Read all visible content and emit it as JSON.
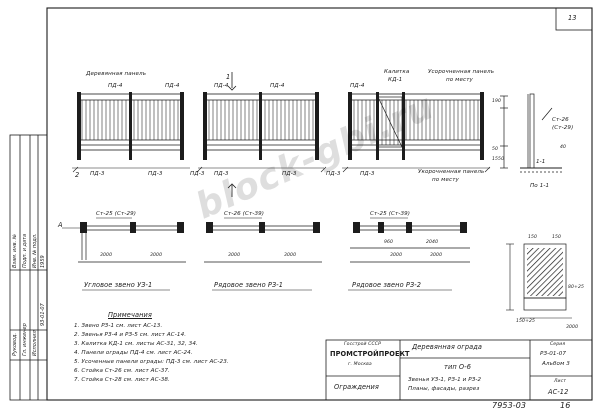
{
  "sheet_number": "13",
  "bottom_code": "7953-03",
  "bottom_page": "16",
  "watermark": "block-gbi.ru",
  "elevation_labels": {
    "panel_wood": "Деревянная панель",
    "pd4_a": "ПД-4",
    "pd4_b": "ПД-4",
    "pd4_c": "ПД-4",
    "pd4_d": "ПД-4",
    "pd4_e": "ПД-4",
    "gate": "Калитка",
    "gate_sub": "КД-1",
    "reinforced_panel": "Усорочненная панель",
    "reinforced_sub": "по месту",
    "reinforced_panel_2": "Укорочненная панель",
    "reinforced_sub_2": "по месту",
    "pd3_a": "ПД-3",
    "pd3_b": "ПД-3",
    "pd3_c": "ПД-3",
    "pd3_d": "ПД-3",
    "pd3_e": "ПД-3",
    "pd3_f": "ПД-3",
    "pd3_g": "ПД-3",
    "mark_one": "1",
    "mark_two": "2",
    "section_mark": "1-1",
    "section_label": "По 1-1",
    "dim_1550": "1550",
    "dim_190": "190",
    "dim_50": "50",
    "dim_40": "40",
    "st26_right": "Ст-26",
    "st29_right": "(Ст-29)"
  },
  "plan_labels": {
    "st25_a": "Ст-25 (Ст-29)",
    "st26_b": "Ст-26 (Ст-39)",
    "st25_c": "Ст-25 (Ст-39)",
    "d3000_a": "3000",
    "d3000_b": "3000",
    "d3000_c": "3000",
    "d3000_d": "3000",
    "d3000_e": "3000",
    "d3000_f": "3000",
    "d960": "960",
    "d2040": "2040",
    "mark_a": "А"
  },
  "titles": {
    "corner": "Угловое звено УЗ-1",
    "row1": "Рядовое звено РЗ-1",
    "row2": "Рядовое звено РЗ-2"
  },
  "detail": {
    "d150": "150",
    "d150b": "150",
    "dim_bottom": "150+25",
    "dim_side": "80+25",
    "d3000": "3000"
  },
  "notes": {
    "title": "Примечания",
    "items": [
      "1.  Звено  РЗ-1  см.  лист  АС-13.",
      "2.  Звенья  РЗ-4  и  РЗ-5  см.  лист  АС-14.",
      "3.  Калитка  КД-1  см.  листы  АС-31, 32, 34.",
      "4.  Панели  ограды  ПД-4  см.  лист  АС-24.",
      "5.  Усоченные панели ограды:  ПД-3  см. лист  АС-23.",
      "6.  Стойка  Ст-26  см.  лист  АС-37.",
      "7.  Стойка  Ст-28  см.  лист  АС-38."
    ]
  },
  "stamp": {
    "org1": "Госстрой  СССР",
    "org2": "ПРОМСТРОЙПРОЕКТ",
    "org3": "г. Москва",
    "dept": "Ограждения",
    "title1": "Деревянная  ограда",
    "title2": "тип  О-6",
    "desc1": "Звенья  УЗ-1,  РЗ-1  и  РЗ-2",
    "desc2": "Планы,  фасады,  разрез",
    "series_label": "Серия",
    "series": "РЗ-01-07",
    "album": "Альбом  3",
    "sheet_label": "Лист",
    "sheet": "АС-12"
  },
  "left_strip": {
    "label_a": "Взам. инв. №",
    "label_b": "Подп. и дата",
    "label_c": "Инв. № подл.",
    "label_d": "Руковод.",
    "label_e": "Гл. инженер",
    "label_f": "Исполнил",
    "value_a": "1959",
    "value_b": "93-01-07"
  }
}
